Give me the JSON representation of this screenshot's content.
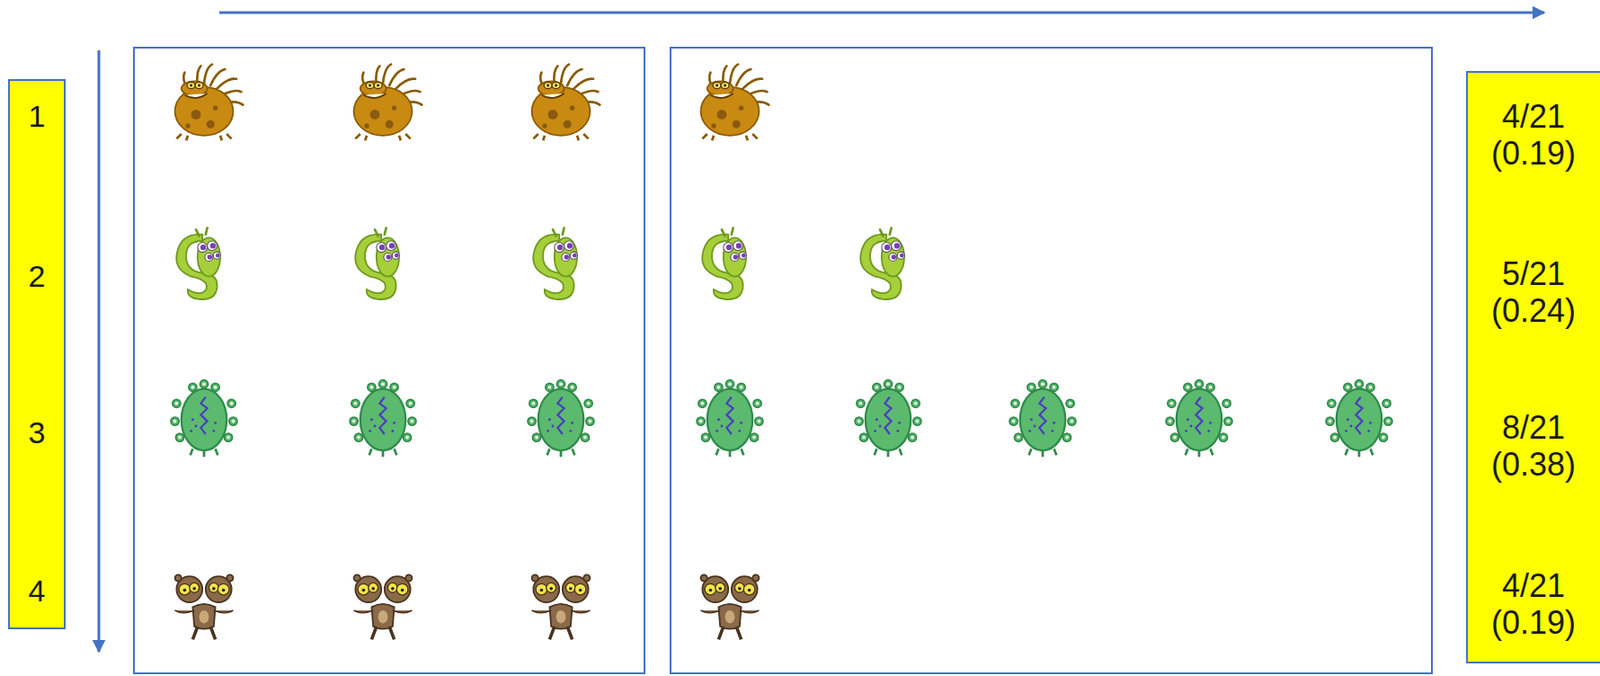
{
  "diagram": {
    "nodes": [
      {
        "text": [
          "1",
          "2",
          "3",
          "4"
        ]
      },
      {
        "text": [
          "4/21 (0.19)",
          "5/21 (0.24)",
          "8/21 (0.38)",
          "4/21 (0.19)"
        ]
      }
    ]
  }
}
